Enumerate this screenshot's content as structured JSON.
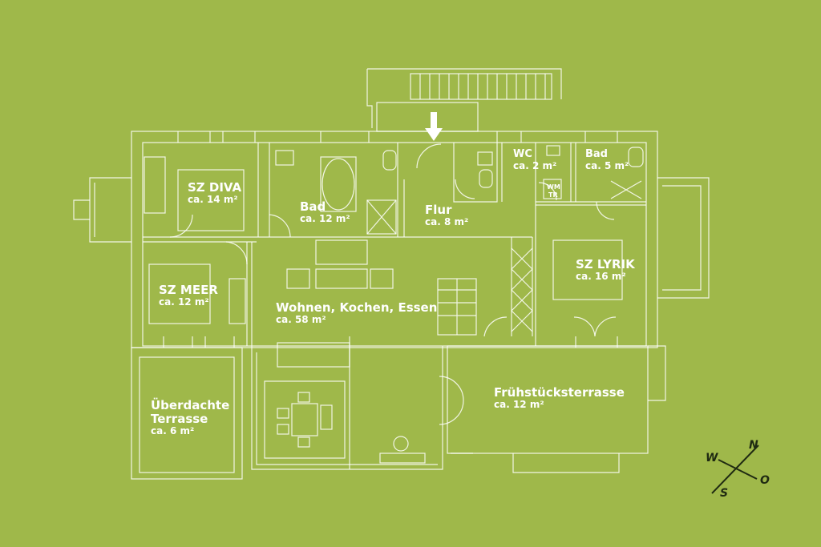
{
  "floorplan": {
    "rooms": [
      {
        "id": "sz-diva",
        "name": "SZ DIVA",
        "area": "ca. 14 m²"
      },
      {
        "id": "bad-12",
        "name": "Bad",
        "area": "ca. 12 m²"
      },
      {
        "id": "flur",
        "name": "Flur",
        "area": "ca. 8 m²"
      },
      {
        "id": "wc",
        "name": "WC",
        "area": "ca. 2 m²"
      },
      {
        "id": "bad-5",
        "name": "Bad",
        "area": "ca. 5 m²"
      },
      {
        "id": "sz-meer",
        "name": "SZ MEER",
        "area": "ca. 12 m²"
      },
      {
        "id": "wohnen",
        "name": "Wohnen, Kochen, Essen",
        "area": "ca. 58 m²"
      },
      {
        "id": "sz-lyrik",
        "name": "SZ LYRIK",
        "area": "ca. 16 m²"
      },
      {
        "id": "ueberdachte-terrasse",
        "name_lines": [
          "Überdachte",
          "Terrasse"
        ],
        "area": "ca. 6 m²"
      },
      {
        "id": "fruehstueck",
        "name": "Frühstücksterrasse",
        "area": "ca. 12 m²"
      }
    ],
    "fixtures": {
      "wm": "WM",
      "tr": "TR"
    },
    "compass": {
      "n": "N",
      "o": "O",
      "s": "S",
      "w": "W"
    },
    "colors": {
      "background": "#9fb84a",
      "lines": "#ffffff",
      "compass": "#1f2a12"
    }
  }
}
